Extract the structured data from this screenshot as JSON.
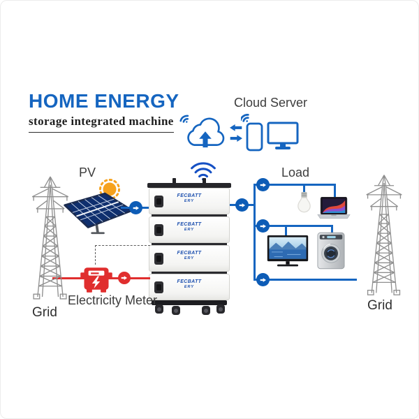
{
  "colors": {
    "accent_blue": "#1565c0",
    "node_blue": "#0d5cb6",
    "red": "#e02e2e",
    "text_dark": "#3d3d3d",
    "sun_orange": "#f6a21d",
    "panel_navy": "#0f2f6e",
    "tower_gray": "#8f8f8f"
  },
  "header": {
    "title": "HOME ENERGY",
    "subtitle": "storage integrated machine"
  },
  "labels": {
    "cloud_server": "Cloud Server",
    "pv": "PV",
    "load": "Load",
    "electricity_meter": "Electricity Meter",
    "grid_left": "Grid",
    "grid_right": "Grid"
  },
  "battery": {
    "brand_line1": "FECBATT",
    "brand_line2": "ERY",
    "module_count": 4
  },
  "icons": [
    "cloud-upload-icon",
    "exchange-arrows-icon",
    "smartphone-icon",
    "monitor-icon",
    "sun-icon",
    "solar-panel-icon",
    "wifi-icon",
    "light-bulb-icon",
    "laptop-icon",
    "tv-icon",
    "washing-machine-icon",
    "electricity-meter-icon",
    "transmission-tower-icon",
    "arrow-node-icon"
  ]
}
